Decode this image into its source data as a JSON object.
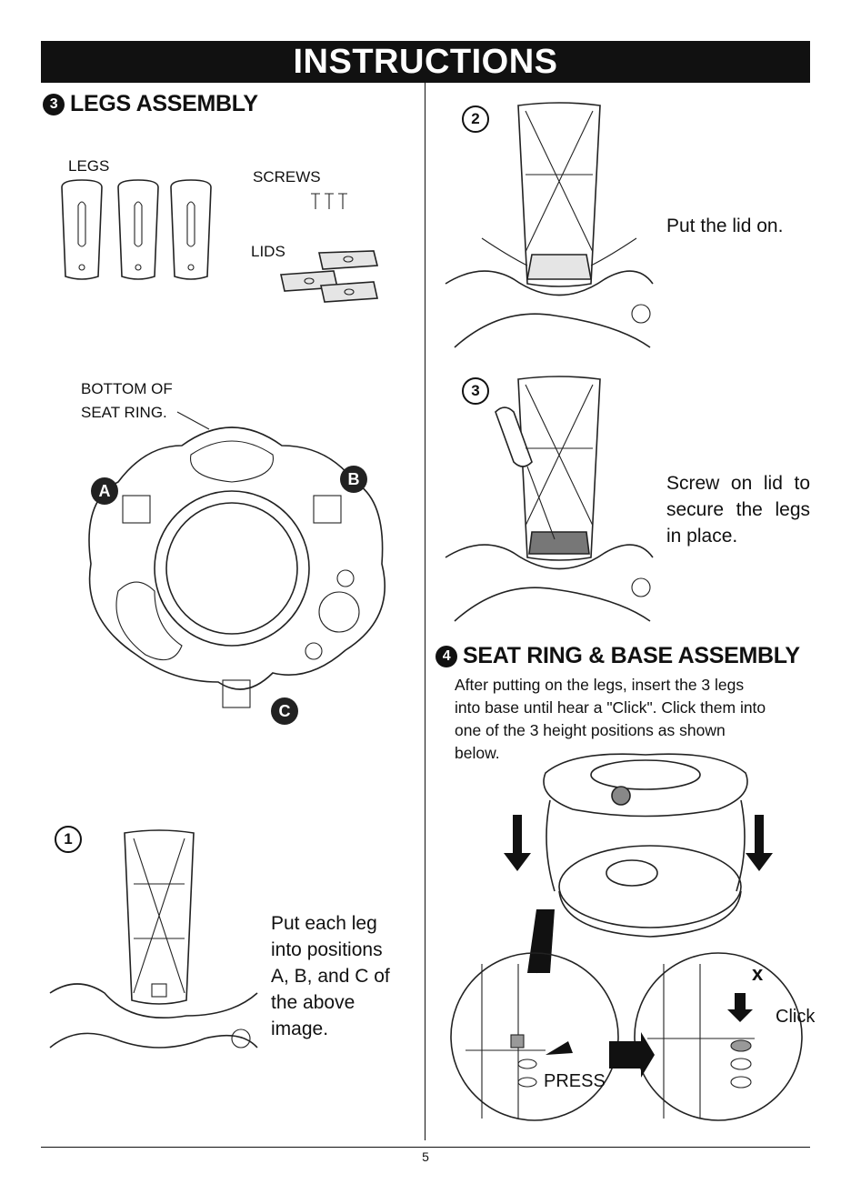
{
  "header": {
    "title": "INSTRUCTIONS"
  },
  "section3": {
    "number": "3",
    "title": "LEGS ASSEMBLY",
    "parts": {
      "legs": "LEGS",
      "screws": "SCREWS",
      "lids": "LIDS"
    },
    "bottom_label_line1": "BOTTOM OF",
    "bottom_label_line2": "SEAT RING.",
    "positions": [
      "A",
      "B",
      "C"
    ],
    "step1": {
      "num": "1",
      "lines": [
        "Put each leg",
        "into positions",
        "A, B, and C of",
        "the above",
        "image."
      ]
    },
    "step2": {
      "num": "2",
      "text": "Put the lid on."
    },
    "step3": {
      "num": "3",
      "lines": [
        "Screw on lid to",
        "secure the legs",
        "in place."
      ]
    }
  },
  "section4": {
    "number": "4",
    "title": "SEAT RING & BASE ASSEMBLY",
    "lines": [
      "After putting on the legs, insert the 3 legs",
      "into base until hear a \"Click\". Click them into",
      "one of the 3 height positions as shown",
      "below."
    ],
    "press_label": "PRESS",
    "click_label": "Click",
    "x_mark": "x"
  },
  "footer": {
    "page": "5"
  }
}
